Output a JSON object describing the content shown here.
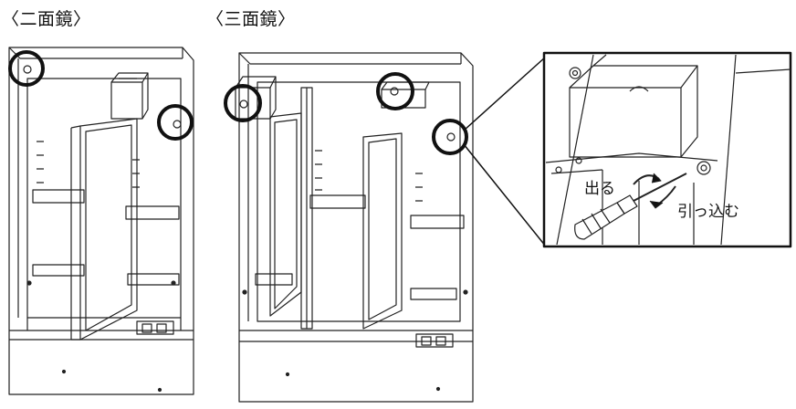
{
  "labels": {
    "two_sided": "〈二面鏡〉",
    "three_sided": "〈三面鏡〉"
  },
  "callout": {
    "out_label": "出る",
    "in_label": "引っ込む"
  }
}
